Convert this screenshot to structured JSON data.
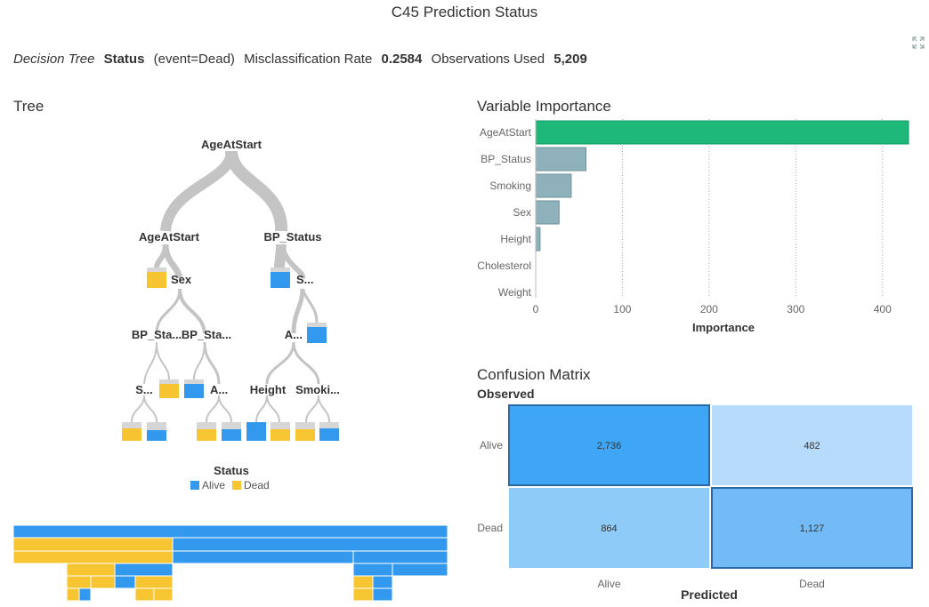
{
  "header": {
    "title": "C45 Prediction Status"
  },
  "summary": {
    "model_type": "Decision Tree",
    "target": "Status",
    "event": "(event=Dead)",
    "misclass_label": "Misclassification Rate",
    "misclass_value": "0.2584",
    "obs_label": "Observations Used",
    "obs_value": "5,209"
  },
  "tree": {
    "title": "Tree",
    "nodes": {
      "root": "AgeAtStart",
      "l1_left": "AgeAtStart",
      "l1_right": "BP_Status",
      "l2_left": "Sex",
      "l2_right": "S...",
      "l3_a": "BP_Sta...",
      "l3_b": "BP_Sta...",
      "l3_c": "A...",
      "l4_a": "S...",
      "l4_b": "A...",
      "l4_c": "Height",
      "l4_d": "Smoki..."
    },
    "legend_title": "Status",
    "legend_items": [
      {
        "label": "Alive",
        "color": "#3399ee"
      },
      {
        "label": "Dead",
        "color": "#f7c531"
      }
    ]
  },
  "variable_importance": {
    "title": "Variable Importance",
    "chart_data": {
      "type": "bar",
      "orientation": "horizontal",
      "categories": [
        "AgeAtStart",
        "BP_Status",
        "Smoking",
        "Sex",
        "Height",
        "Cholesterol",
        "Weight"
      ],
      "values": [
        430,
        58,
        41,
        27,
        5,
        0,
        0
      ],
      "xlabel": "Importance",
      "ylabel": "",
      "xlim": [
        0,
        430
      ],
      "ticks": [
        0,
        100,
        200,
        300,
        400
      ],
      "grid": true,
      "highlight_color": "#1db87a",
      "bar_color": "#8fb1bb"
    }
  },
  "confusion_matrix": {
    "title": "Confusion Matrix",
    "observed_label": "Observed",
    "predicted_label": "Predicted",
    "chart_data": {
      "type": "heatmap",
      "rows": [
        "Alive",
        "Dead"
      ],
      "cols": [
        "Alive",
        "Dead"
      ],
      "values": [
        [
          2736,
          482
        ],
        [
          864,
          1127
        ]
      ],
      "labels": [
        [
          "2,736",
          "482"
        ],
        [
          "864",
          "1,127"
        ]
      ]
    }
  }
}
